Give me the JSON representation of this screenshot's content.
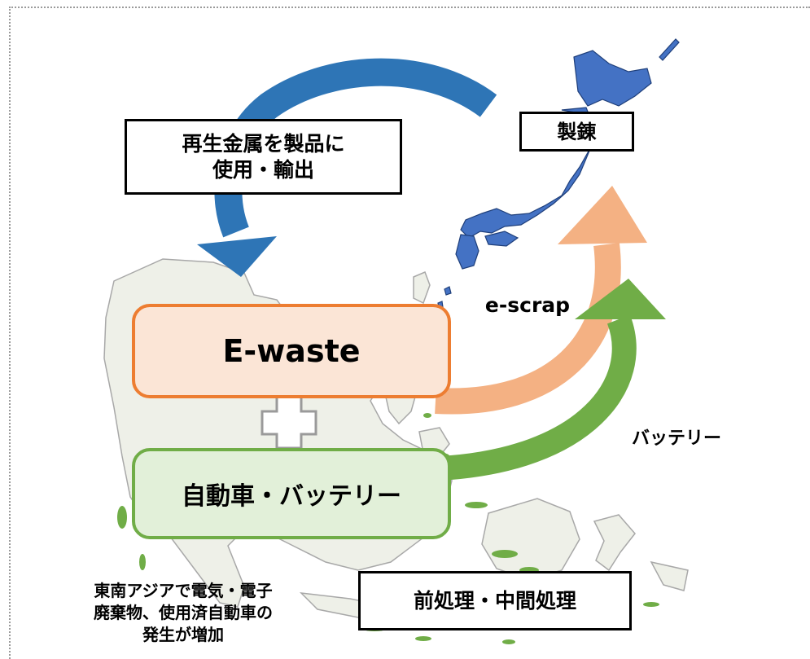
{
  "colors": {
    "blue_arrow": "#2E75B6",
    "orange_arrow": "#F4B183",
    "green_arrow": "#70AD47",
    "japan_fill": "#4472C4",
    "asia_land_fill": "#EEF0E8",
    "island_green": "#70AD47",
    "ewaste_fill": "#FBE5D6",
    "ewaste_border": "#ED7D31",
    "car_fill": "#E2F0D9",
    "car_border": "#70AD47",
    "plus_fill": "#FFFFFF",
    "plus_border": "#9A9A9A"
  },
  "labels": {
    "recycled_use_line1": "再生金属を製品に",
    "recycled_use_line2": "使用・輸出",
    "smelting": "製錬",
    "escrap": "e-scrap",
    "battery": "バッテリー",
    "ewaste": "E-waste",
    "cars_batteries": "自動車・バッテリー",
    "southeast_asia_line1": "東南アジアで電気・電子",
    "southeast_asia_line2": "廃棄物、使用済自動車の",
    "southeast_asia_line3": "発生が増加",
    "preprocessing": "前処理・中間処理"
  },
  "icons": {
    "plus": "plus-icon",
    "japan_map": "japan-map",
    "southeast_asia_map": "southeast-asia-map"
  }
}
